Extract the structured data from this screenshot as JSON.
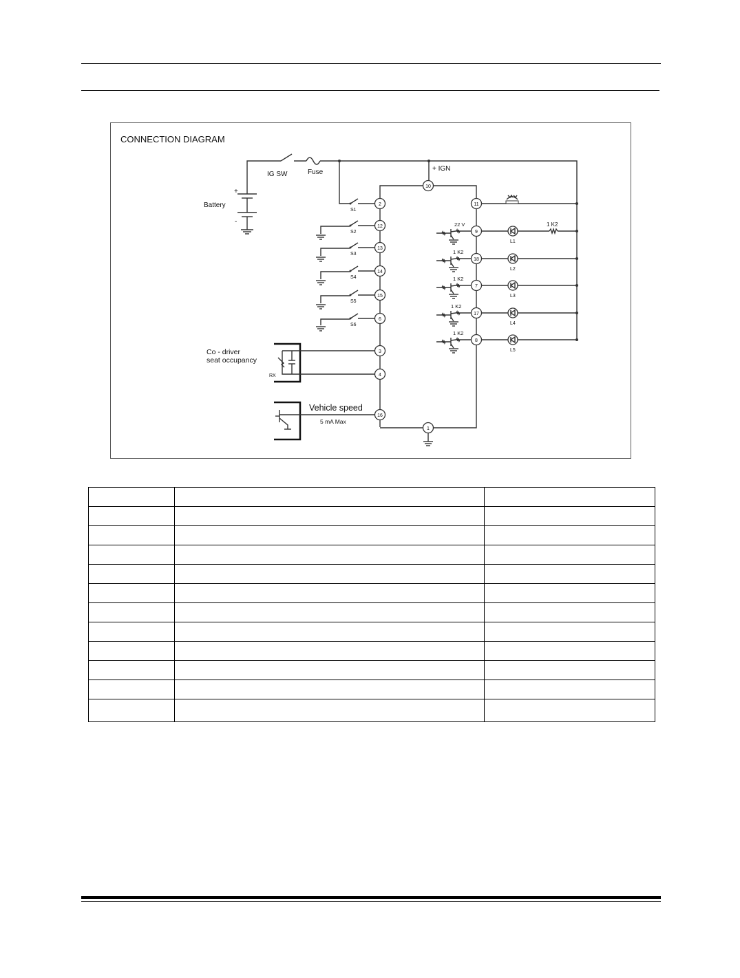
{
  "diagram": {
    "title": "CONNECTION DIAGRAM",
    "labels": {
      "ig_sw": "IG SW",
      "fuse": "Fuse",
      "ign": "+ IGN",
      "battery": "Battery",
      "plus": "+",
      "minus": "-",
      "co_driver_1": "Co - driver",
      "co_driver_2": "seat occupancy",
      "rx": "RX",
      "vehicle_speed": "Vehicle speed",
      "max_current": "5 mA Max",
      "res_l1": "1 K2"
    },
    "switch_rows": [
      {
        "pin": "2",
        "switch": "S1"
      },
      {
        "pin": "12",
        "switch": "S2"
      },
      {
        "pin": "13",
        "switch": "S3"
      },
      {
        "pin": "14",
        "switch": "S4"
      },
      {
        "pin": "15",
        "switch": "S5"
      },
      {
        "pin": "6",
        "switch": "S6"
      }
    ],
    "sensor_pins": [
      "3",
      "4",
      "16"
    ],
    "top_pin": "10",
    "ground_pin": "1",
    "lamp_pin": "11",
    "led_rows": [
      {
        "pin": "9",
        "drive": "22 V",
        "led": "L1"
      },
      {
        "pin": "18",
        "drive": "1 K2",
        "led": "L2"
      },
      {
        "pin": "7",
        "drive": "1 K2",
        "led": "L3"
      },
      {
        "pin": "17",
        "drive": "1 K2",
        "led": "L4"
      },
      {
        "pin": "8",
        "drive": "1 K2",
        "led": "L5"
      }
    ]
  }
}
